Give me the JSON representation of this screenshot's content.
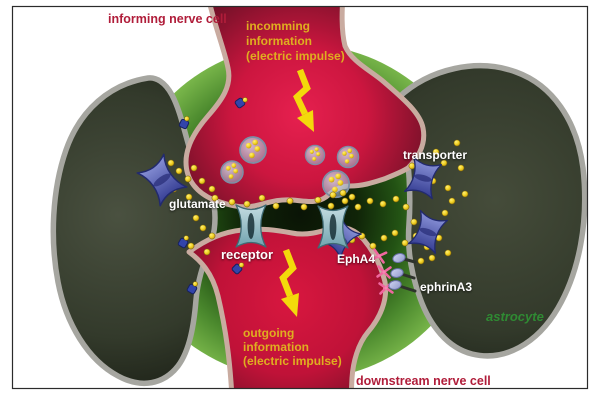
{
  "figure": {
    "subject": "synapse between nerve cells wrapped by astrocyte"
  },
  "labels": {
    "informing_nerve_cell": {
      "text": "informing nerve cell",
      "color": "#b01d3a"
    },
    "incoming_information": {
      "line1": "incomming",
      "line2": "information",
      "line3": "(electric impulse)",
      "color": "#dfae20"
    },
    "transporter": {
      "text": "transporter",
      "color": "#ffffff"
    },
    "glutamate": {
      "text": "glutamate",
      "color": "#ffffff"
    },
    "receptor": {
      "text": "receptor",
      "color": "#ffffff"
    },
    "epha4": {
      "text": "EphA4",
      "color": "#ffffff"
    },
    "ephrina3": {
      "text": "ephrinA3",
      "color": "#ffffff"
    },
    "astrocyte": {
      "text": "astrocyte",
      "color": "#2f8a33"
    },
    "outgoing_information": {
      "line1": "outgoing",
      "line2": "information",
      "line3": "(electric impulse)",
      "color": "#dfae20"
    },
    "downstream_nerve_cell": {
      "text": "downstream nerve cell",
      "color": "#b01d3a"
    }
  },
  "colors": {
    "axon_red_bright": "#e6204f",
    "axon_red_dark": "#741128",
    "membrane_pink": "#c9aba0",
    "astrocyte_green_light": "#7fbc4e",
    "astrocyte_green_dark": "#0a1406",
    "glial_cell_dark": "#343a2c",
    "cell_membrane_gray": "#a6a6a0",
    "glutamate_yellow": "#f4d425",
    "transporter_blue": "#4a55b0",
    "receptor_teal": "#9fc6ce",
    "epha4_pink": "#f0679f",
    "ephrina3_lavender": "#aab2e2",
    "impulse_bolt_yellow": "#f3d90b",
    "frame_border": "#2b2b2b"
  }
}
